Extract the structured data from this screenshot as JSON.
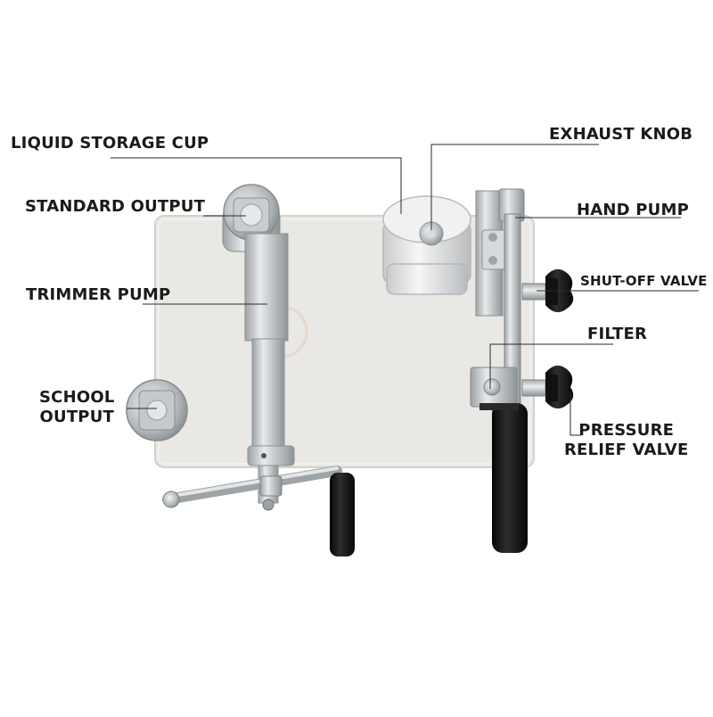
{
  "labels": {
    "liquid_storage_cup": "LIQUID STORAGE CUP",
    "exhaust_knob": "EXHAUST KNOB",
    "standard_output": "STANDARD OUTPUT",
    "hand_pump": "HAND PUMP",
    "trimmer_pump": "TRIMMER PUMP",
    "shut_off_valve": "SHUT-OFF VALVE",
    "filter": "FILTER",
    "school_output_line1": "SCHOOL",
    "school_output_line2": "OUTPUT",
    "pressure_relief_line1": "PRESSURE",
    "pressure_relief_line2": "RELIEF VALVE"
  },
  "colors": {
    "panel": "#e9e8e4",
    "metal": "#c8cbcd",
    "black_handle": "#141414",
    "leader_line": "#2a2a2a",
    "accent_logo": "#e8b89a"
  }
}
